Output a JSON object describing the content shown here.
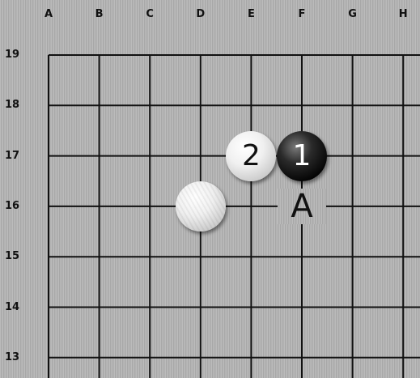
{
  "board": {
    "column_labels": [
      "A",
      "B",
      "C",
      "D",
      "E",
      "F",
      "G",
      "H"
    ],
    "row_labels": [
      "19",
      "18",
      "17",
      "16",
      "15",
      "14",
      "13"
    ],
    "colors": {
      "board": "#b3b3b3",
      "line": "#111111",
      "white_stone": "#f0f0f0",
      "black_stone": "#050505"
    }
  },
  "stones": [
    {
      "color": "white",
      "point": "D16",
      "label": ""
    },
    {
      "color": "white",
      "point": "E17",
      "label": "2"
    },
    {
      "color": "black",
      "point": "F17",
      "label": "1"
    }
  ],
  "markers": [
    {
      "point": "F16",
      "label": "A"
    }
  ]
}
